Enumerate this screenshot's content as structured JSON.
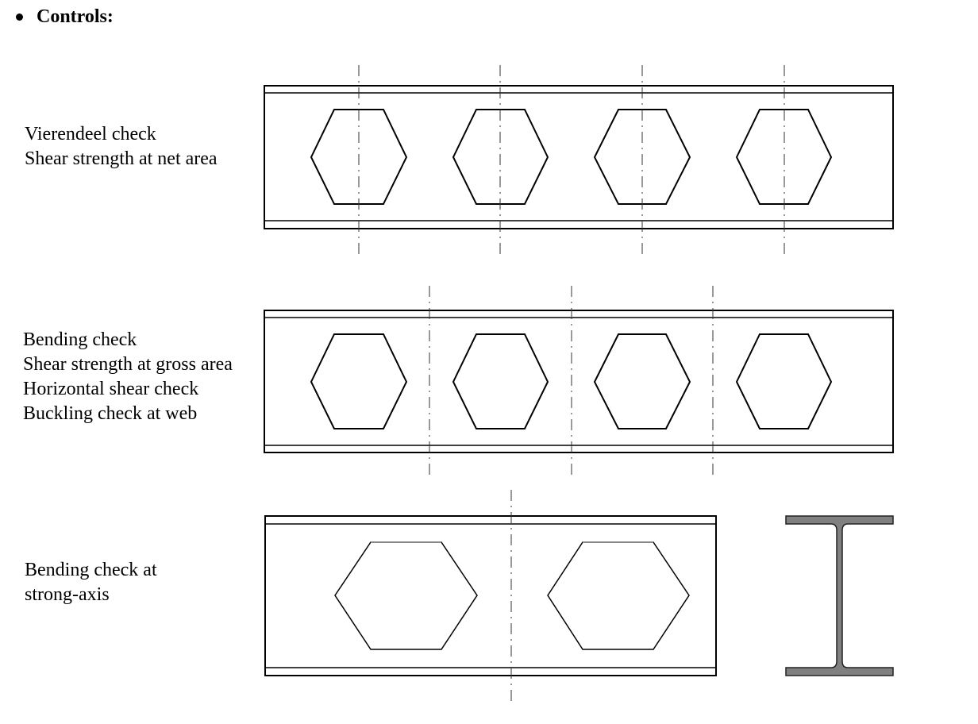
{
  "heading": {
    "bullet_icon": "filled-circle-bullet",
    "text": "Controls:"
  },
  "panels": [
    {
      "id": "vierendeel",
      "labels": [
        "Vierendeel check",
        "Shear strength at net area"
      ],
      "beam": {
        "holes": 4,
        "section_lines_through": "hole centers"
      }
    },
    {
      "id": "bending",
      "labels": [
        "Bending check",
        "Shear strength at gross area",
        "Horizontal shear check",
        "Buckling check at web"
      ],
      "beam": {
        "holes": 4,
        "section_lines_through": "web posts between holes"
      }
    },
    {
      "id": "strong-axis",
      "labels": [
        "Bending check at",
        "strong-axis"
      ],
      "beam": {
        "holes": 2,
        "section_lines_through": "web post between holes"
      },
      "cross_section": {
        "shape": "I-beam",
        "fill": "#808080"
      }
    }
  ],
  "colors": {
    "line": "#000000",
    "section_fill": "#808080",
    "centerline": "#555555"
  }
}
